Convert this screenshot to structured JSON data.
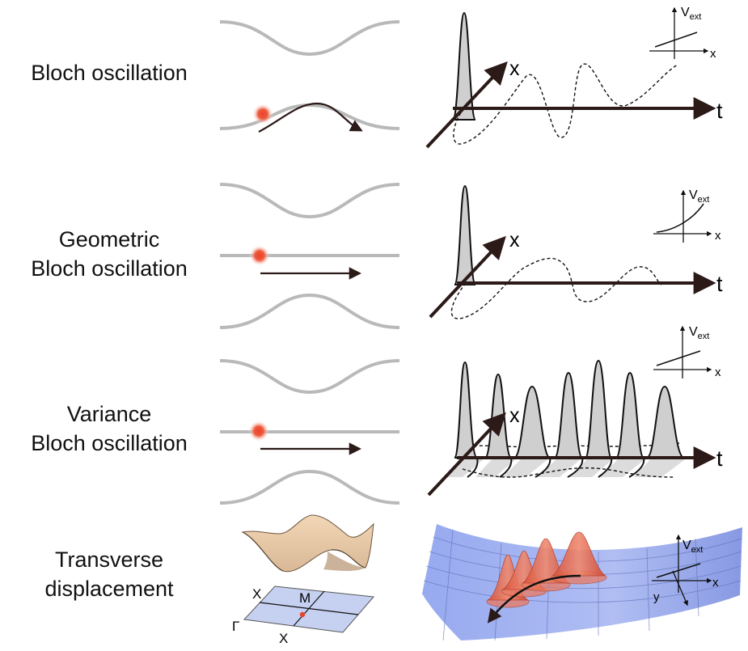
{
  "rows": [
    {
      "label_lines": [
        "Bloch oscillation"
      ]
    },
    {
      "label_lines": [
        "Geometric",
        "Bloch oscillation"
      ]
    },
    {
      "label_lines": [
        "Variance",
        "Bloch oscillation"
      ]
    },
    {
      "label_lines": [
        "Transverse",
        "displacement"
      ]
    }
  ],
  "axes": {
    "x": "x",
    "t": "t",
    "potential": "V",
    "potential_sub": "ext",
    "y": "y"
  },
  "brillouin": {
    "gamma": "Γ",
    "x_top": "X",
    "x_bottom": "X",
    "m": "M"
  },
  "colors": {
    "band": "#b9b9b9",
    "particle": "#e8432a",
    "arrow": "#2b1a17",
    "peak_fill": "#cfcfcf",
    "surface_blue": "#7f95e8",
    "cone": "#e8664e"
  }
}
